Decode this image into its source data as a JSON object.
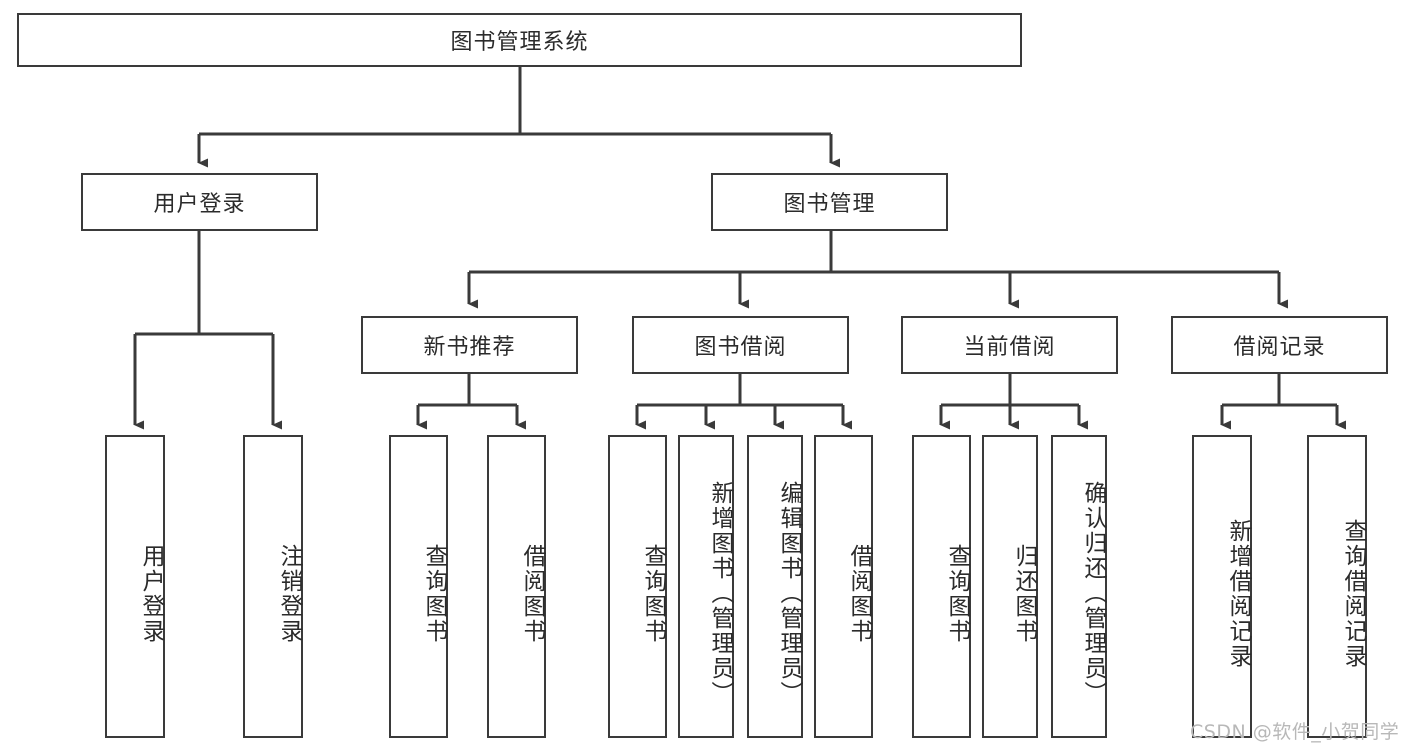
{
  "diagram": {
    "title": "图书管理系统",
    "type": "tree-hierarchy",
    "root": {
      "label": "图书管理系统"
    },
    "level1": [
      {
        "label": "用户登录"
      },
      {
        "label": "图书管理"
      }
    ],
    "level2": [
      {
        "label": "新书推荐"
      },
      {
        "label": "图书借阅"
      },
      {
        "label": "当前借阅"
      },
      {
        "label": "借阅记录"
      }
    ],
    "leaves": {
      "user_login": [
        {
          "label": "用户登录"
        },
        {
          "label": "注销登录"
        }
      ],
      "new_book_recommend": [
        {
          "label": "查询图书"
        },
        {
          "label": "借阅图书"
        }
      ],
      "book_borrow": [
        {
          "label": "查询图书"
        },
        {
          "label": "新增图书（管理员）"
        },
        {
          "label": "编辑图书（管理员）"
        },
        {
          "label": "借阅图书"
        }
      ],
      "current_borrow": [
        {
          "label": "查询图书"
        },
        {
          "label": "归还图书"
        },
        {
          "label": "确认归还（管理员）"
        }
      ],
      "borrow_record": [
        {
          "label": "新增借阅记录"
        },
        {
          "label": "查询借阅记录"
        }
      ]
    }
  },
  "watermark": {
    "text": "CSDN @软件_小贺同学"
  },
  "colors": {
    "border": "#3a3a3a",
    "text": "#2b2b2b",
    "background": "#ffffff",
    "watermark": "#b8b8b8"
  }
}
